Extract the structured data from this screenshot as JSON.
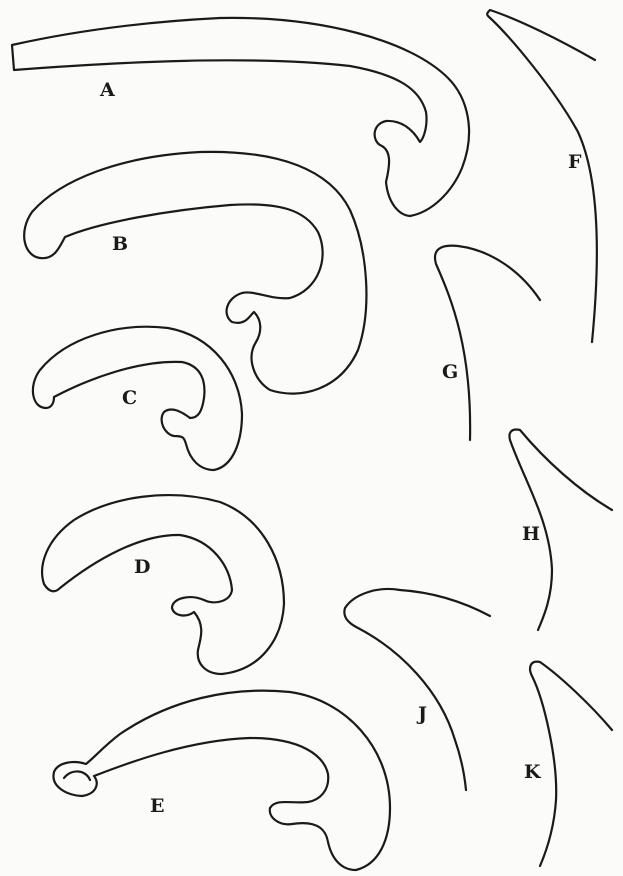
{
  "plate": {
    "figures": [
      {
        "id": "A",
        "label": "A",
        "kind": "hooked-outline"
      },
      {
        "id": "B",
        "label": "B",
        "kind": "hooked-outline"
      },
      {
        "id": "C",
        "label": "C",
        "kind": "hooked-outline"
      },
      {
        "id": "D",
        "label": "D",
        "kind": "hooked-outline"
      },
      {
        "id": "E",
        "label": "E",
        "kind": "hooked-outline"
      },
      {
        "id": "F",
        "label": "F",
        "kind": "curved-edge"
      },
      {
        "id": "G",
        "label": "G",
        "kind": "curved-edge"
      },
      {
        "id": "H",
        "label": "H",
        "kind": "curved-edge"
      },
      {
        "id": "J",
        "label": "J",
        "kind": "curved-edge"
      },
      {
        "id": "K",
        "label": "K",
        "kind": "curved-edge"
      }
    ],
    "colors": {
      "ink": "#1a1a1a",
      "paper": "#fbfbf9"
    }
  }
}
